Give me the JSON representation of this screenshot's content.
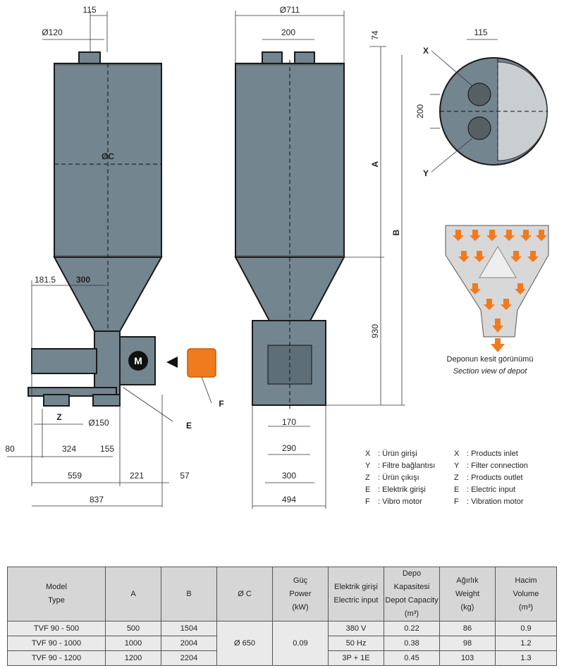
{
  "dimensions": {
    "front": [
      "115",
      "Ø120",
      "ØC",
      "181.5",
      "300",
      "Z",
      "Ø150",
      "80",
      "324",
      "155",
      "559",
      "221",
      "57",
      "837",
      "E",
      "F"
    ],
    "side": [
      "Ø711",
      "200",
      "74",
      "A",
      "B",
      "930",
      "170",
      "290",
      "300",
      "494"
    ],
    "top_view": [
      "115",
      "200",
      "X",
      "Y"
    ]
  },
  "motor_label": "M",
  "section_caption": {
    "tr": "Deponun kesit görünümü",
    "en": "Section view of depot"
  },
  "legend": [
    {
      "key": "X",
      "tr": "Ürün girişi",
      "en": "Products inlet"
    },
    {
      "key": "Y",
      "tr": "Filtre bağlantısı",
      "en": "Filter connection"
    },
    {
      "key": "Z",
      "tr": "Ürün çıkışı",
      "en": "Products outlet"
    },
    {
      "key": "E",
      "tr": "Elektrik girişi",
      "en": "Electric input"
    },
    {
      "key": "F",
      "tr": "Vibro motor",
      "en": "Vibration motor"
    }
  ],
  "table": {
    "headers": [
      [
        "Model",
        "Type"
      ],
      [
        "A"
      ],
      [
        "B"
      ],
      [
        "Ø C"
      ],
      [
        "Güç",
        "Power",
        "(kW)"
      ],
      [
        "Elektrik girişi",
        "Electric input"
      ],
      [
        "Depo Kapasitesi",
        "Depot Capacity",
        "(m³)"
      ],
      [
        "Ağırlık",
        "Weight",
        "(kg)"
      ],
      [
        "Hacim",
        "Volume",
        "(m³)"
      ]
    ],
    "rows": [
      {
        "model": "TVF 90 - 500",
        "a": "500",
        "b": "1504",
        "elec": "380 V",
        "cap": "0.22",
        "weight": "86",
        "vol": "0.9"
      },
      {
        "model": "TVF 90 - 1000",
        "a": "1000",
        "b": "2004",
        "elec": "50 Hz",
        "cap": "0.38",
        "weight": "98",
        "vol": "1.2"
      },
      {
        "model": "TVF 90 - 1200",
        "a": "1200",
        "b": "2204",
        "elec": "3P + 1E",
        "cap": "0.45",
        "weight": "103",
        "vol": "1.3"
      }
    ],
    "shared": {
      "c": "Ø 650",
      "power": "0.09"
    }
  },
  "colors": {
    "body": "#73858e",
    "section": "#d8d8d8",
    "arrow": "#f07a1e"
  }
}
